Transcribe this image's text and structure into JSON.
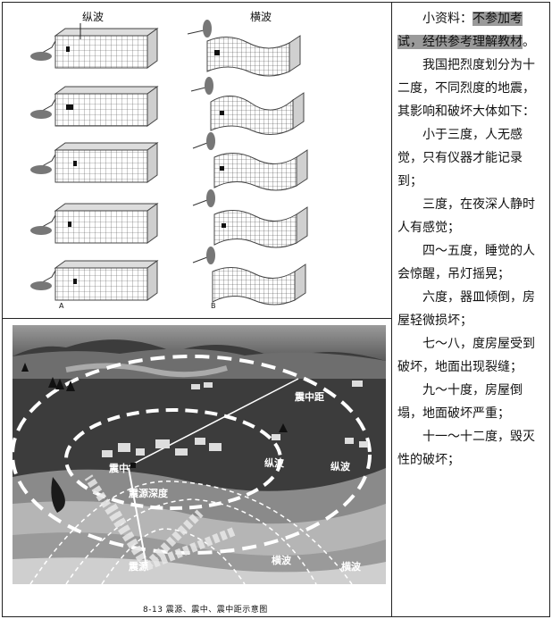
{
  "figure_top": {
    "heading_left": "纵波",
    "heading_right": "横波",
    "label_a": "A",
    "label_b": "B"
  },
  "figure_bottom": {
    "labels": {
      "epicentral_distance": "震中距",
      "epicenter": "震中",
      "focal_depth": "震源深度",
      "focus": "震源",
      "p_wave_left": "纵波",
      "p_wave_right": "纵波",
      "s_wave_left": "横波",
      "s_wave_right": "横波"
    },
    "caption": "8-13 震源、震中、震中距示意图"
  },
  "sidebar_text": {
    "p1_a": "小资料：",
    "p1_b": "不参加考试，经供参考理解教材",
    "p1_c": "。",
    "p2": "我国把烈度划分为十二度，不同烈度的地震，其影响和破坏大体如下：",
    "p3": "小于三度，人无感觉，只有仪器才能记录到；",
    "p4": "三度，在夜深人静时人有感觉；",
    "p5": "四～五度，睡觉的人会惊醒，吊灯摇晃；",
    "p6": "六度，器皿倾倒，房屋轻微损坏；",
    "p7": "七～八，度房屋受到破坏，地面出现裂缝；",
    "p8": "九～十度，房屋倒塌，地面破坏严重；",
    "p9": "十一～十二度，毁灭性的破坏；"
  }
}
